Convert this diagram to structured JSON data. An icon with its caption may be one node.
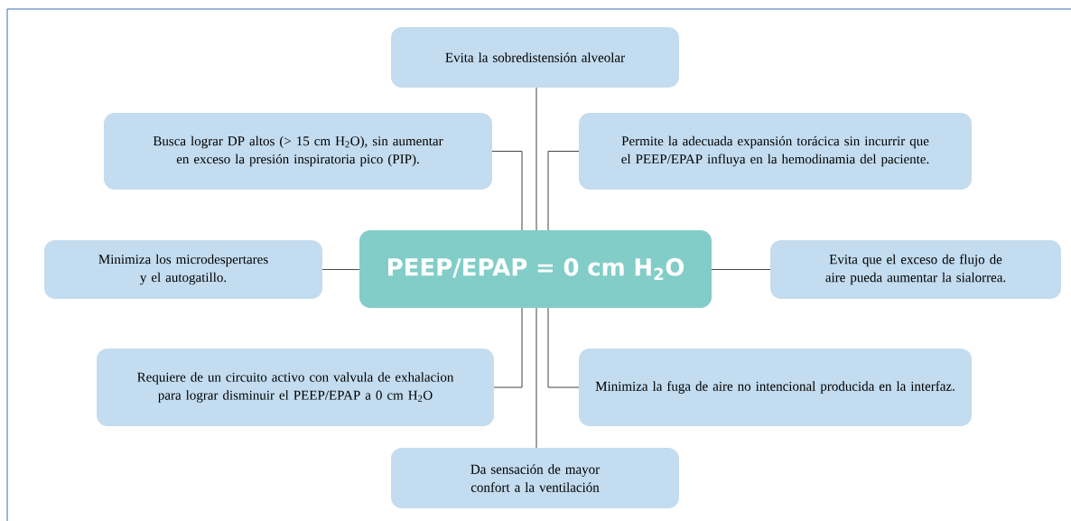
{
  "diagram": {
    "nodes": [
      {
        "text": [
          "Evita la sobredistensión alveolar"
        ]
      },
      {
        "text": [
          "Busca lograr DP altos (> 15 cm H$_{2}$O), sin aumentar en exceso la presión inspiratoria pico (PIP)."
        ]
      },
      {
        "text": [
          "Permite la adecuada expansión torácica sin incurrir que el PEEP/EPAP influya en la hemodinamia del paciente."
        ]
      },
      {
        "text": [
          "Minimiza los microdespertares y el autogatillo."
        ]
      },
      {
        "text": [
          "PEEP/EPAP = 0 cm H$_{2}$O"
        ]
      },
      {
        "text": [
          "Evita que el exceso de flujo de aire pueda aumentar la sialorrea."
        ]
      },
      {
        "text": [
          "Requiere de un circuito activo con valvula de exhalacion para lograr disminuir el PEEP/EPAP a 0 cm H$_{2}$O"
        ]
      },
      {
        "text": [
          "Minimiza la fuga de aire no intencional producida en la interfaz."
        ]
      },
      {
        "text": [
          "Da sensación de mayor confort a la ventilación"
        ]
      }
    ],
    "edges": [
      {
        "from": 4,
        "to": 0,
        "arrow": "none"
      },
      {
        "from": 4,
        "to": 1,
        "arrow": "none"
      },
      {
        "from": 4,
        "to": 2,
        "arrow": "none"
      },
      {
        "from": 4,
        "to": 3,
        "arrow": "none"
      },
      {
        "from": 4,
        "to": 5,
        "arrow": "none"
      },
      {
        "from": 4,
        "to": 6,
        "arrow": "none"
      },
      {
        "from": 4,
        "to": 7,
        "arrow": "none"
      },
      {
        "from": 4,
        "to": 8,
        "arrow": "none"
      }
    ]
  }
}
